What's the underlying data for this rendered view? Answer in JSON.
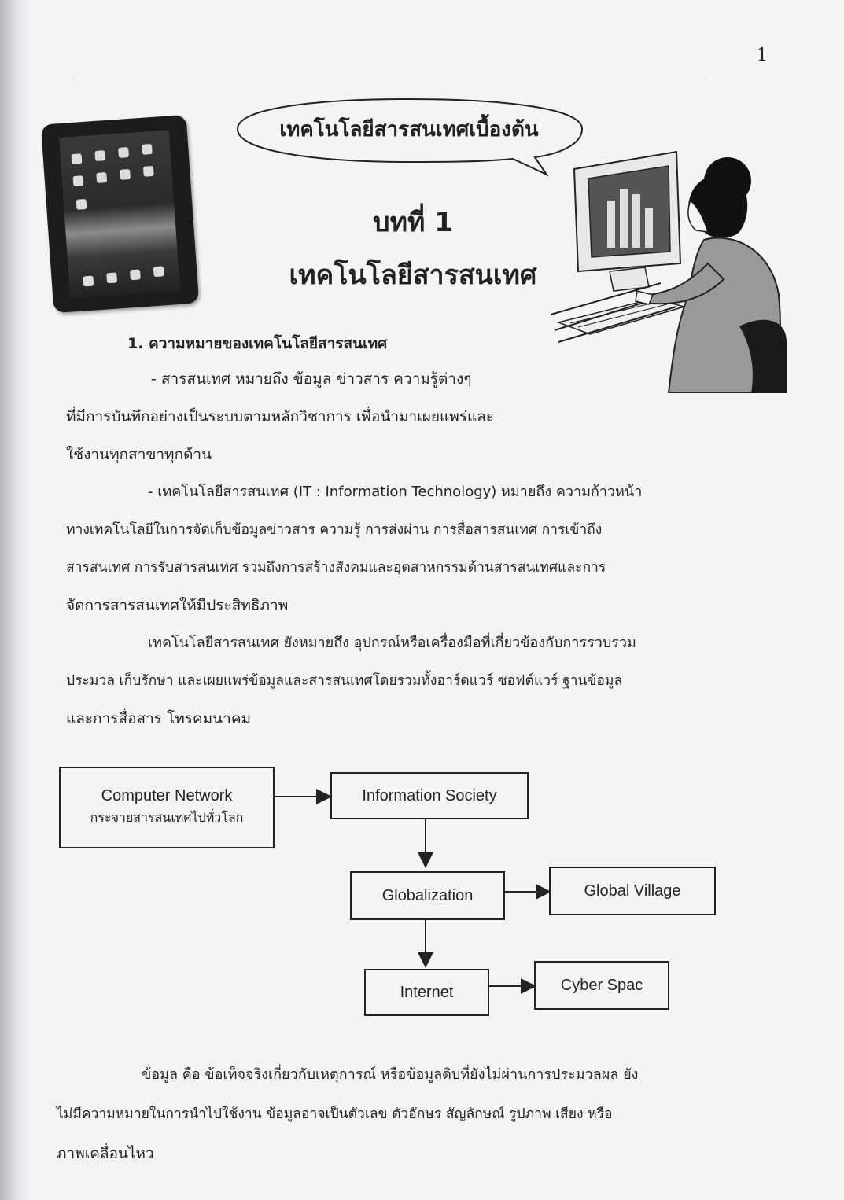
{
  "page_number": "1",
  "bubble_text": "เทคโนโลยีสารสนเทศเบื้องต้น",
  "chapter": {
    "number": "บทที่ 1",
    "title": "เทคโนโลยีสารสนเทศ"
  },
  "section": {
    "heading": "1. ความหมายของเทคโนโลยีสารสนเทศ"
  },
  "paragraphs": {
    "p1_l1": "- สารสนเทศ หมายถึง ข้อมูล ข่าวสาร ความรู้ต่างๆ",
    "p1_l2": "ที่มีการบันทึกอย่างเป็นระบบตามหลักวิชาการ เพื่อนำมาเผยแพร่และ",
    "p1_l3": "ใช้งานทุกสาขาทุกด้าน",
    "p2_l1": "- เทคโนโลยีสารสนเทศ (IT : Information Technology) หมายถึง ความก้าวหน้า",
    "p2_l2": "ทางเทคโนโลยีในการจัดเก็บข้อมูลข่าวสาร ความรู้ การส่งผ่าน การสื่อสารสนเทศ การเข้าถึง",
    "p2_l3": "สารสนเทศ การรับสารสนเทศ รวมถึงการสร้างสังคมและอุตสาหกรรมด้านสารสนเทศและการ",
    "p2_l4": "จัดการสารสนเทศให้มีประสิทธิภาพ",
    "p3_l1": "เทคโนโลยีสารสนเทศ ยังหมายถึง อุปกรณ์หรือเครื่องมือที่เกี่ยวข้องกับการรวบรวม",
    "p3_l2": "ประมวล เก็บรักษา และเผยแพร่ข้อมูลและสารสนเทศโดยรวมทั้งฮาร์ดแวร์ ซอฟต์แวร์ ฐานข้อมูล",
    "p3_l3": "และการสื่อสาร โทรคมนาคม",
    "p4_l1": "ข้อมูล คือ ข้อเท็จจริงเกี่ยวกับเหตุการณ์ หรือข้อมูลดิบที่ยังไม่ผ่านการประมวลผล ยัง",
    "p4_l2": "ไม่มีความหมายในการนำไปใช้งาน ข้อมูลอาจเป็นตัวเลข ตัวอักษร สัญลักษณ์ รูปภาพ เสียง หรือ",
    "p4_l3": "ภาพเคลื่อนไหว"
  },
  "diagram": {
    "computer_network": "Computer Network",
    "computer_network_sub": "กระจายสารสนเทศไปทั่วโลก",
    "information_society": "Information Society",
    "globalization": "Globalization",
    "global_village": "Global Village",
    "internet": "Internet",
    "cyber_space": "Cyber Spac"
  }
}
